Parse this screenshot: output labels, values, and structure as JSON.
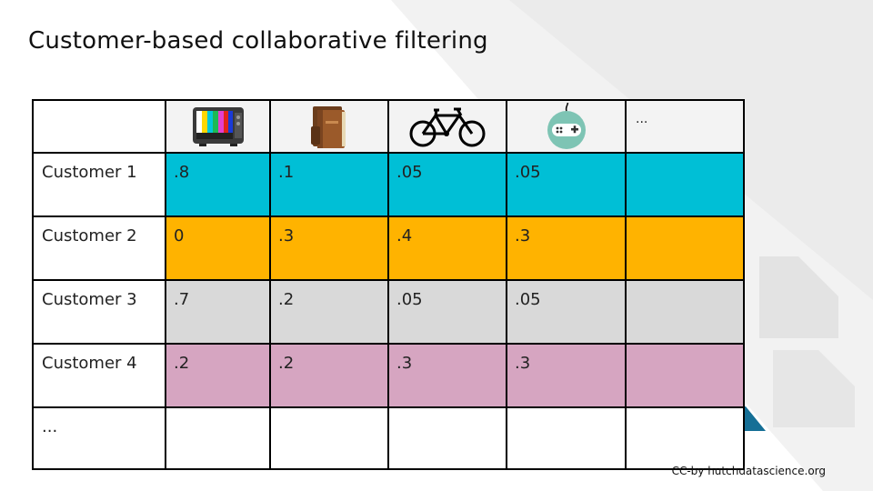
{
  "title": "Customer-based collaborative filtering",
  "header": {
    "icons": [
      "television-icon",
      "books-icon",
      "bicycle-icon",
      "game-controller-icon"
    ],
    "more": "..."
  },
  "rows": [
    {
      "label": "Customer 1",
      "values": [
        ".8",
        ".1",
        ".05",
        ".05",
        ""
      ],
      "color": "#00bfd6"
    },
    {
      "label": "Customer 2",
      "values": [
        "0",
        ".3",
        ".4",
        ".3",
        ""
      ],
      "color": "#ffb300"
    },
    {
      "label": "Customer 3",
      "values": [
        ".7",
        ".2",
        ".05",
        ".05",
        ""
      ],
      "color": "#d9d9d9"
    },
    {
      "label": "Customer 4",
      "values": [
        ".2",
        ".2",
        ".3",
        ".3",
        ""
      ],
      "color": "#d6a5c1"
    },
    {
      "label": "...",
      "values": [
        "",
        "",
        "",
        "",
        ""
      ],
      "color": "#ffffff"
    }
  ],
  "footer": "CC-by hutchdatascience.org"
}
